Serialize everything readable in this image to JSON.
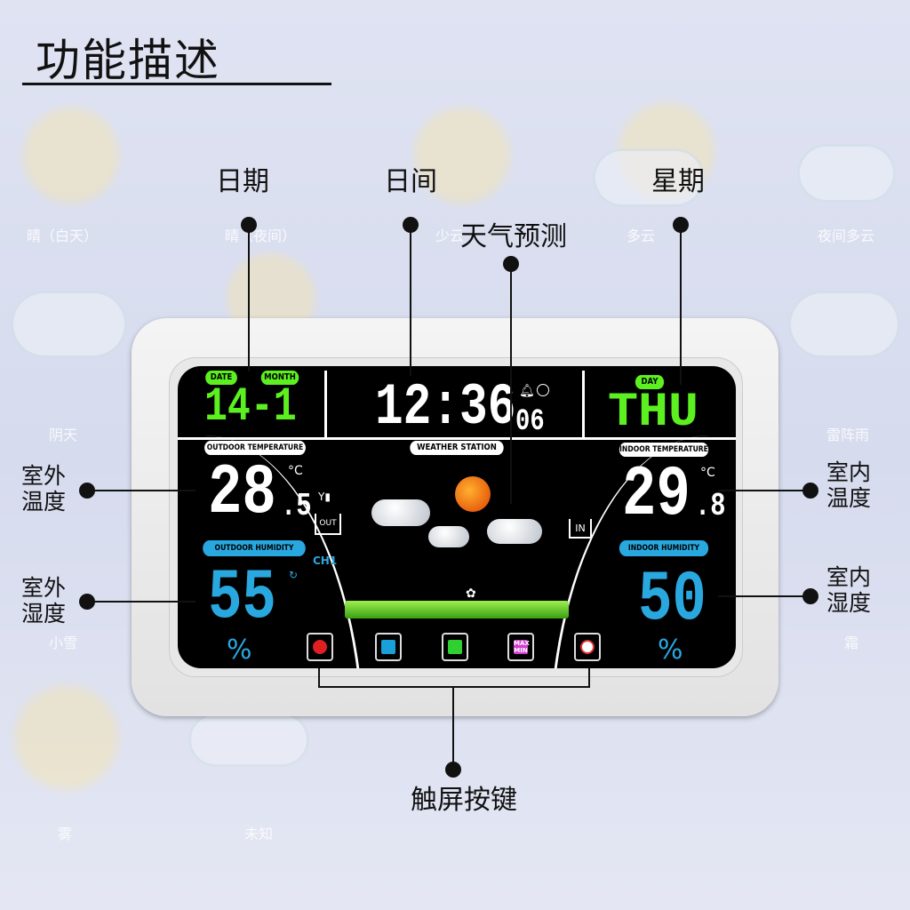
{
  "title": "功能描述",
  "background_labels": [
    "晴（白天）",
    "晴（夜间）",
    "少云",
    "多云",
    "夜间多云",
    "阴天",
    "雷阵雨",
    "小雪",
    "霜",
    "雾",
    "未知"
  ],
  "callouts": {
    "date": "日期",
    "time": "日间",
    "weekday": "星期",
    "forecast": "天气预测",
    "outdoor_temp": "室外\n温度",
    "outdoor_humidity": "室外\n湿度",
    "indoor_temp": "室内\n温度",
    "indoor_humidity": "室内\n湿度",
    "touch_buttons": "触屏按键"
  },
  "display": {
    "date_label": "DATE",
    "month_label": "MONTH",
    "date_value": "14-1",
    "time_value": "12:36",
    "seconds_value": "06",
    "day_label": "DAY",
    "day_value": "THU",
    "outdoor_temp_label": "OUTDOOR TEMPERATURE",
    "outdoor_temp_int": "28",
    "outdoor_temp_dec": ".5",
    "temp_unit": "°C",
    "out_label": "OUT",
    "channel": "CH1",
    "outdoor_humidity_label": "OUTDOOR HUMIDITY",
    "outdoor_humidity_value": "55",
    "percent": "%",
    "station_label": "WEATHER STATION",
    "indoor_temp_label": "INDOOR TEMPERATURE",
    "indoor_temp_int": "29",
    "indoor_temp_dec": ".8",
    "in_label": "IN",
    "indoor_humidity_label": "INDOOR HUMIDITY",
    "indoor_humidity_value": "50",
    "forecast_icon": "partly-cloudy-sun",
    "buttons": [
      {
        "icon": "gear-icon",
        "color": "#e02020"
      },
      {
        "icon": "up-arrow-icon",
        "color": "#1aa0d8"
      },
      {
        "icon": "down-arrow-icon",
        "color": "#30d030"
      },
      {
        "icon": "max-min-icon",
        "label": "MAX MIN",
        "color": "#d040d0"
      },
      {
        "icon": "snooze-icon",
        "color": "#e03030"
      }
    ]
  },
  "colors": {
    "green": "#5cf020",
    "blue": "#29a8e0",
    "white": "#ffffff"
  }
}
